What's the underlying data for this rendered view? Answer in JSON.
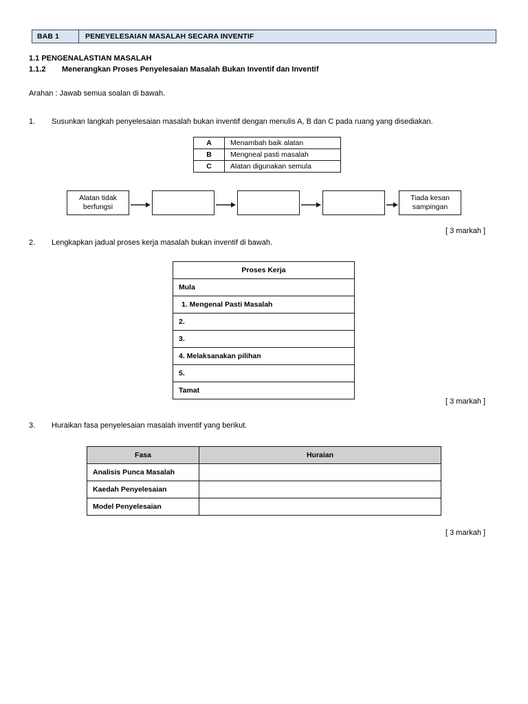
{
  "chapter_bar": {
    "bab_label": "BAB 1",
    "title": "PENEYELESAIAN MASALAH SECARA INVENTIF",
    "background_color": "#dbe5f1",
    "border_color": "#3c4a57"
  },
  "headings": {
    "section_1_1": "1.1 PENGENALASTIAN MASALAH",
    "section_1_1_2_num": "1.1.2",
    "section_1_1_2_text": "Menerangkan Proses Penyelesaian Masalah Bukan Inventif dan Inventif",
    "arahan": "Arahan : Jawab semua soalan di bawah."
  },
  "questions": [
    {
      "number": "1.",
      "text": "Susunkan langkah penyelesaian masalah bukan inventif dengan menulis A, B dan C pada ruang yang disediakan.",
      "marks": "[ 3 markah ]"
    },
    {
      "number": "2.",
      "text": "Lengkapkan jadual proses kerja masalah bukan inventif di bawah.",
      "marks": "[ 3 markah ]"
    },
    {
      "number": "3.",
      "text": "Huraikan fasa penyelesaian masalah inventif yang berikut.",
      "marks": "[ 3 markah ]"
    }
  ],
  "abc_table": {
    "rows": [
      {
        "label": "A",
        "description": "Menambah baik alatan"
      },
      {
        "label": "B",
        "description": "Mengneal pasti masalah"
      },
      {
        "label": "C",
        "description": "Alatan digunakan semula"
      }
    ]
  },
  "flowchart": {
    "boxes": [
      {
        "line1": "Alatan tidak",
        "line2": "berfungsi"
      },
      {
        "line1": "",
        "line2": ""
      },
      {
        "line1": "",
        "line2": ""
      },
      {
        "line1": "",
        "line2": ""
      },
      {
        "line1": "Tiada kesan",
        "line2": "sampingan"
      }
    ],
    "arrow_count": 4
  },
  "proses_table": {
    "header": "Proses Kerja",
    "rows": [
      "Mula",
      "1.  Mengenal Pasti Masalah",
      "2.",
      "3.",
      "4. Melaksanakan pilihan",
      "5.",
      "Tamat"
    ]
  },
  "fasa_table": {
    "columns": [
      "Fasa",
      "Huraian"
    ],
    "header_background": "#d0d0d0",
    "rows": [
      {
        "fasa": "Analisis Punca Masalah",
        "huraian": ""
      },
      {
        "fasa": "Kaedah Penyelesaian",
        "huraian": ""
      },
      {
        "fasa": "Model Penyelesaian",
        "huraian": ""
      }
    ]
  }
}
